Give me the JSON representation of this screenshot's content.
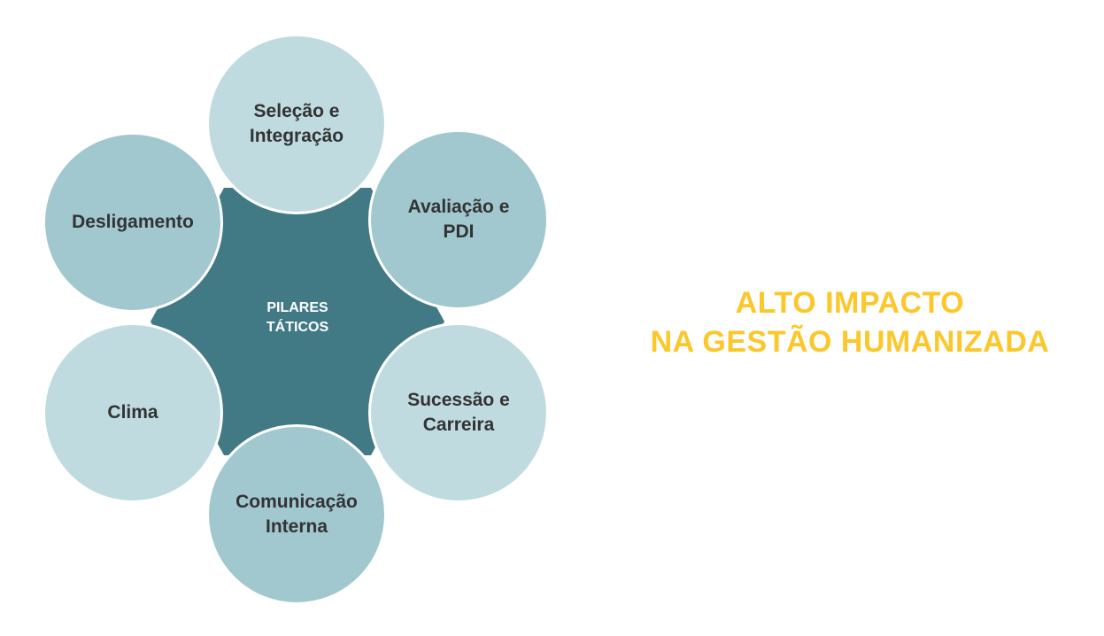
{
  "diagram": {
    "center": {
      "line1": "PILARES",
      "line2": "TÁTICOS"
    },
    "pillars": [
      {
        "line1": "Seleção e",
        "line2": "Integração"
      },
      {
        "line1": "Avaliação e",
        "line2": "PDI"
      },
      {
        "line1": "Sucessão e",
        "line2": "Carreira"
      },
      {
        "line1": "Comunicação",
        "line2": "Interna"
      },
      {
        "line1": "Clima",
        "line2": ""
      },
      {
        "line1": "Desligamento",
        "line2": ""
      }
    ]
  },
  "headline": {
    "line1": "ALTO IMPACTO",
    "line2": "NA GESTÃO HUMANIZADA"
  },
  "colors": {
    "hub": "#417a85",
    "circle_light": "#bfdbdf",
    "circle_mid": "#a1c7cf",
    "headline": "#fcc72b",
    "circle_text": "#333333"
  }
}
